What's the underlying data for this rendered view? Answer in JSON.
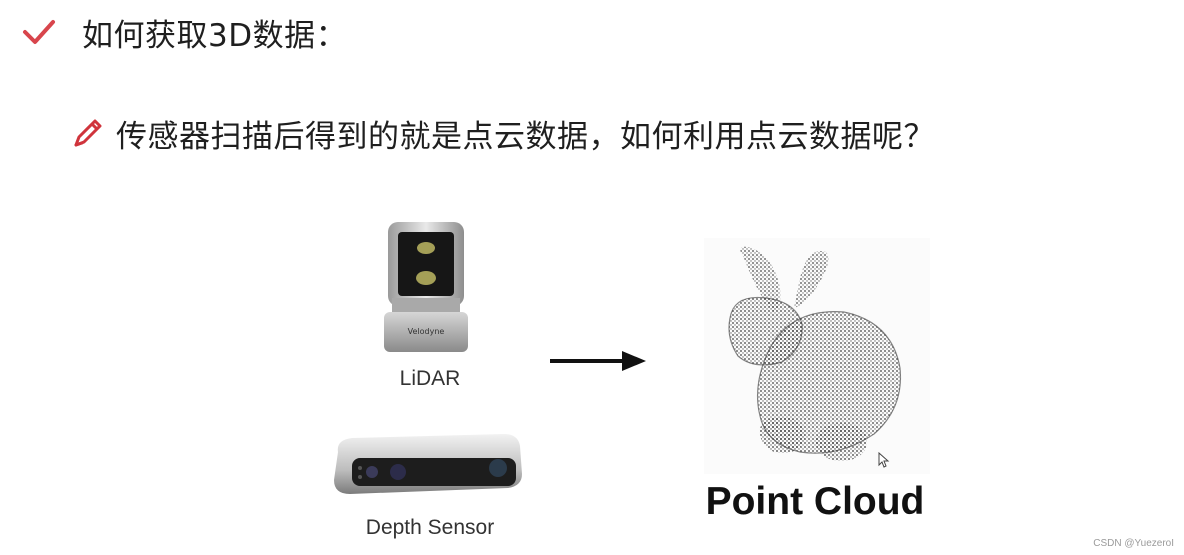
{
  "slide": {
    "heading": "如何获取3D数据：",
    "bullet": "传感器扫描后得到的就是点云数据，如何利用点云数据呢？",
    "lidar_label": "LiDAR",
    "depth_label": "Depth Sensor",
    "pointcloud_label": "Point Cloud",
    "watermark": "CSDN @YuezeroI"
  },
  "icons": {
    "heading_icon": "check-icon",
    "bullet_icon": "pencil-icon",
    "arrow": "right-arrow-icon"
  },
  "colors": {
    "check": "#d8454c",
    "pencil": "#d0343c",
    "text": "#1f1f1f"
  }
}
